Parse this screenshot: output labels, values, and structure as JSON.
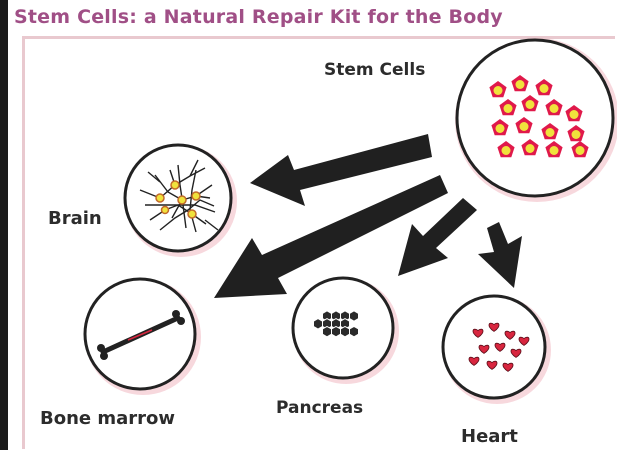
{
  "title": "Stem Cells: a Natural Repair Kit for the Body",
  "source": {
    "label": "Stem Cells"
  },
  "targets": [
    {
      "key": "brain",
      "label": "Brain",
      "icon": "neuron-network-icon"
    },
    {
      "key": "bone",
      "label": "Bone marrow",
      "icon": "bone-icon"
    },
    {
      "key": "pancreas",
      "label": "Pancreas",
      "icon": "hexagon-cluster-icon"
    },
    {
      "key": "heart",
      "label": "Heart",
      "icon": "hearts-icon"
    }
  ],
  "colors": {
    "title": "#a04f86",
    "cell_fill": "#f0e23c",
    "cell_outline": "#e0194a",
    "arrow": "#202020",
    "heart": "#d8263f",
    "frame": "#e9c9cf"
  }
}
